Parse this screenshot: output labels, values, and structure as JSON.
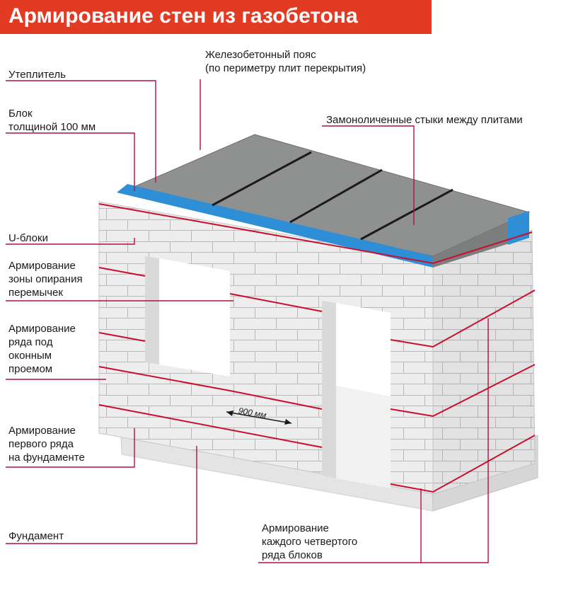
{
  "title": "Армирование стен из газобетона",
  "labels": {
    "insulation": "Утеплитель",
    "block_100": "Блок\nтолщиной 100 мм",
    "belt": "Железобетонный пояс\n(по периметру плит перекрытия)",
    "joints": "Замоноличенные стыки между плитами",
    "u_blocks": "U-блоки",
    "lintel_zone": "Армирование\nзоны опирания\nперемычек",
    "under_window": "Армирование\nряда под\nоконным\nпроемом",
    "first_row": "Армирование\nпервого ряда\nна фундаменте",
    "foundation": "Фундамент",
    "every_fourth": "Армирование\nкаждого четвертого\nряда блоков"
  },
  "dimension": {
    "value": "900 мм"
  },
  "colors": {
    "accent": "#e23b24",
    "leader": "#b0123e",
    "slab": "#8f9090",
    "insulation": "#2f8fd6",
    "block": "#eeeeee",
    "mortar": "#b9b9b9"
  }
}
